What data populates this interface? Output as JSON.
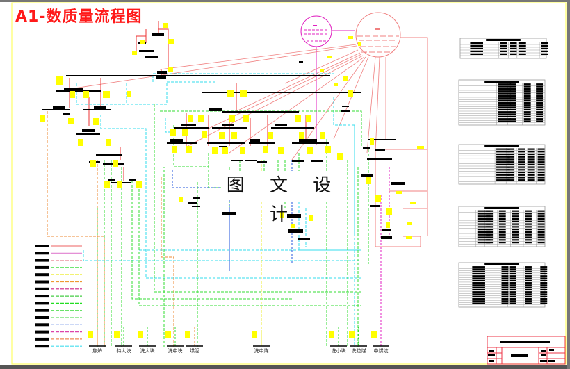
{
  "drawing": {
    "title": "A1-数质量流程图",
    "watermark": "图 文 设 计",
    "colors": {
      "border_yellow": "#ffff66",
      "title_red": "#ff1a1a",
      "pipe_red": "#ee3333",
      "pipe_pink": "#f08080",
      "pipe_magenta": "#e020c0",
      "pipe_cyan": "#33ddee",
      "pipe_green": "#33dd33",
      "pipe_orange": "#ee8833",
      "pipe_blue": "#2255dd",
      "pipe_yellow": "#eeee33",
      "label_yellow": "#ffff00",
      "titleblock_red": "#ee3344"
    }
  },
  "vessels": [
    {
      "name": "magenta-tank",
      "color": "#e020c0"
    },
    {
      "name": "pink-tank",
      "color": "#f08080"
    }
  ],
  "legend": {
    "entries": [
      {
        "color": "#f08080",
        "style": "solid"
      },
      {
        "color": "#e080d0",
        "style": "solid"
      },
      {
        "color": "#f0b0b8",
        "style": "dashed"
      },
      {
        "color": "#44dd44",
        "style": "dashed"
      },
      {
        "color": "#eeee44",
        "style": "dashed"
      },
      {
        "color": "#ee9933",
        "style": "dashed"
      },
      {
        "color": "#cc2288",
        "style": "dashed"
      },
      {
        "color": "#44cc44",
        "style": "dashed"
      },
      {
        "color": "#22dd22",
        "style": "dashed"
      },
      {
        "color": "#55dd55",
        "style": "dashed"
      },
      {
        "color": "#66dd66",
        "style": "dashed"
      },
      {
        "color": "#3366dd",
        "style": "dashed"
      },
      {
        "color": "#dd44aa",
        "style": "dashed"
      },
      {
        "color": "#ee8855",
        "style": "dashed"
      },
      {
        "color": "#44ddee",
        "style": "dashed"
      }
    ]
  },
  "outlets": [
    {
      "label": "焦炉",
      "color": "#ee8833"
    },
    {
      "label": "特大块",
      "color": "#33dd33"
    },
    {
      "label": "洗大块",
      "color": "#33dd33"
    },
    {
      "label": "洗中块",
      "color": "#33dd33"
    },
    {
      "label": "煤泥",
      "color": "#ee8833"
    },
    {
      "label": "洗中煤",
      "color": "#eeee33"
    },
    {
      "label": "洗小块",
      "color": "#33dd33"
    },
    {
      "label": "洗粒煤",
      "color": "#33dd33"
    },
    {
      "label": "中煤坑",
      "color": "#e020c0"
    }
  ],
  "tables": [
    {
      "name": "product-summary-table"
    },
    {
      "name": "size-analysis-table"
    },
    {
      "name": "float-sink-table"
    },
    {
      "name": "balance-table"
    },
    {
      "name": "equipment-table"
    }
  ],
  "title_block": {
    "name": "title-block"
  }
}
